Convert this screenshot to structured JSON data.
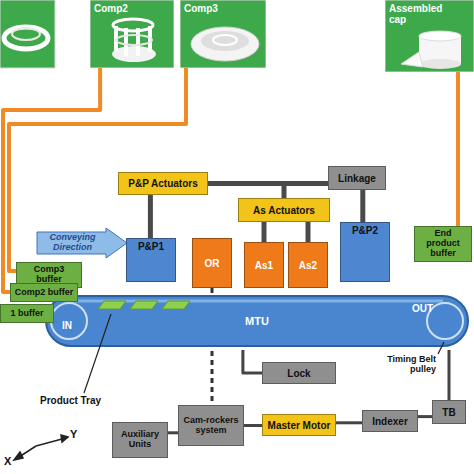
{
  "diagram": {
    "nodes": [
      {
        "text": [
          "Comp2"
        ]
      },
      {
        "text": [
          "Comp3"
        ]
      },
      {
        "text": [
          "Assembled cap"
        ]
      },
      {
        "text": [
          "P&P Actuators"
        ]
      },
      {
        "text": [
          "Linkage"
        ]
      },
      {
        "text": [
          "As Actuators"
        ]
      },
      {
        "text": [
          "Conveying Direction"
        ]
      },
      {
        "text": [
          "P&P1"
        ]
      },
      {
        "text": [
          "OR"
        ]
      },
      {
        "text": [
          "As1"
        ]
      },
      {
        "text": [
          "As2"
        ]
      },
      {
        "text": [
          "P&P2"
        ]
      },
      {
        "text": [
          "Comp3 buffer"
        ]
      },
      {
        "text": [
          "Comp2 buffer"
        ]
      },
      {
        "text": [
          "1 buffer"
        ]
      },
      {
        "text": [
          "End product buffer"
        ]
      },
      {
        "text": [
          "MTU"
        ]
      },
      {
        "text": [
          "Lock"
        ]
      },
      {
        "text": [
          "Auxiliary Units"
        ]
      },
      {
        "text": [
          "Cam-rockers system"
        ]
      },
      {
        "text": [
          "Master Motor"
        ]
      },
      {
        "text": [
          "Indexer"
        ]
      },
      {
        "text": [
          "TB"
        ]
      }
    ],
    "edges": [
      {
        "from": 0,
        "to": 13,
        "arrow": "none"
      },
      {
        "from": 1,
        "to": 12,
        "arrow": "none"
      },
      {
        "from": 2,
        "to": 15,
        "arrow": "none"
      },
      {
        "from": 3,
        "to": 7,
        "arrow": "none"
      },
      {
        "from": 3,
        "to": 4,
        "arrow": "none"
      },
      {
        "from": 4,
        "to": 11,
        "arrow": "none"
      },
      {
        "from": 5,
        "to": 9,
        "arrow": "none"
      },
      {
        "from": 5,
        "to": 10,
        "arrow": "none"
      },
      {
        "from": 8,
        "to": 19,
        "arrow": "none"
      },
      {
        "from": 16,
        "to": 17,
        "arrow": "none"
      },
      {
        "from": 18,
        "to": 19,
        "arrow": "none"
      },
      {
        "from": 19,
        "to": 20,
        "arrow": "none"
      },
      {
        "from": 20,
        "to": 21,
        "arrow": "none"
      },
      {
        "from": 21,
        "to": 22,
        "arrow": "none"
      },
      {
        "from": 22,
        "to": 16,
        "arrow": "none"
      }
    ],
    "labels": [
      "IN",
      "OUT",
      "Product Tray",
      "Timing Belt pulley",
      "X",
      "Y"
    ]
  }
}
